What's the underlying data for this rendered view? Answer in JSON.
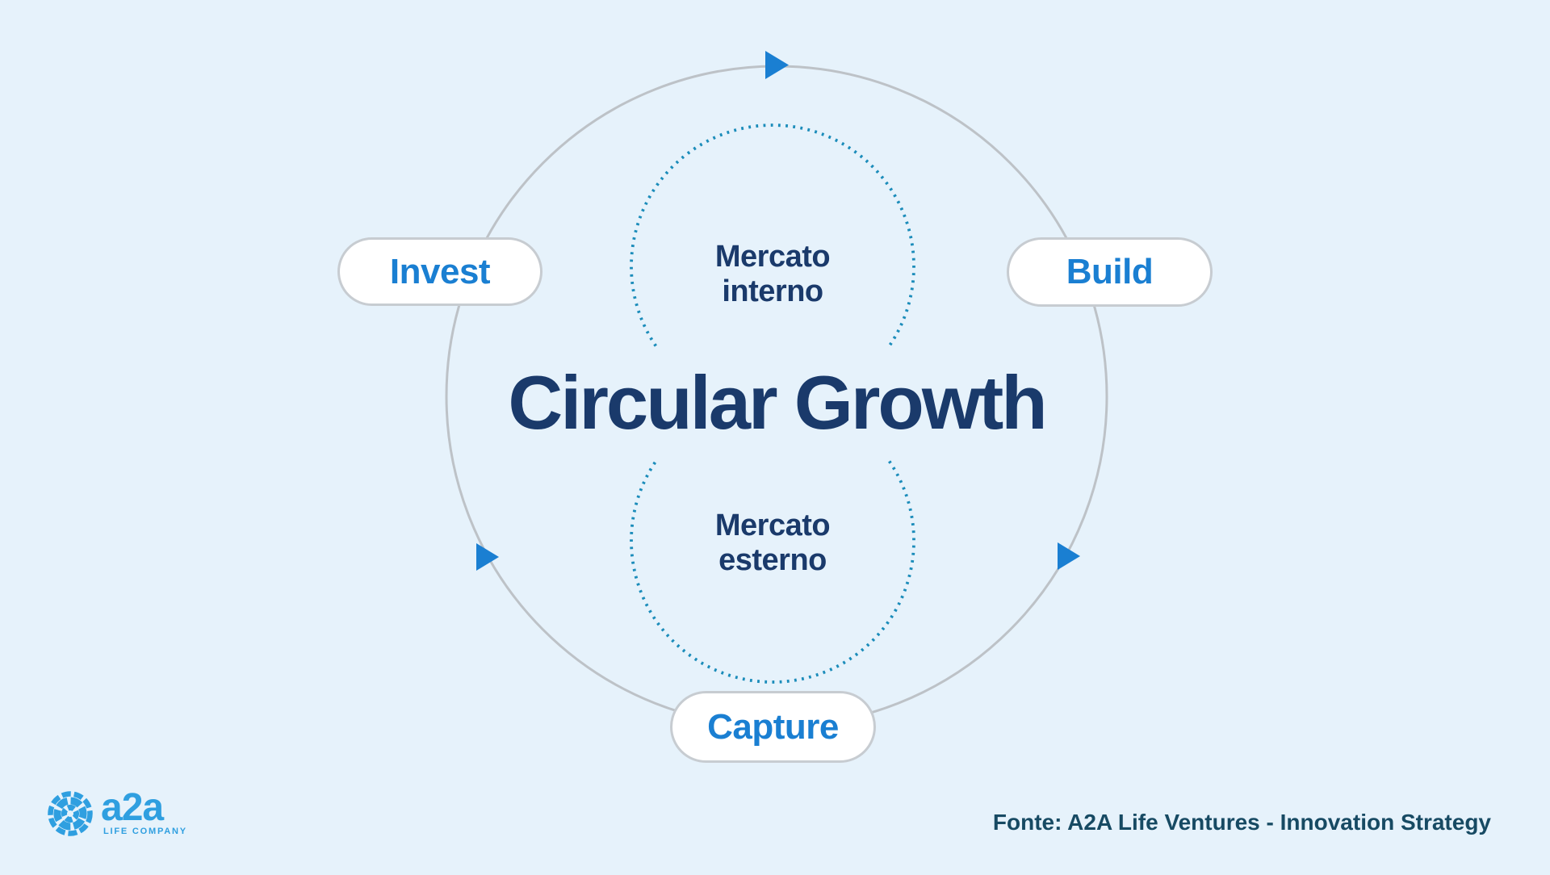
{
  "diagram": {
    "title": "Circular Growth",
    "stages": [
      {
        "id": "invest",
        "label": "Invest"
      },
      {
        "id": "build",
        "label": "Build"
      },
      {
        "id": "capture",
        "label": "Capture"
      }
    ],
    "markets": {
      "internal": {
        "line1": "Mercato",
        "line2": "interno"
      },
      "external": {
        "line1": "Mercato",
        "line2": "esterno"
      }
    },
    "icons": [
      "flow-arrow-top-icon",
      "flow-arrow-bottom-left-icon",
      "flow-arrow-bottom-right-icon"
    ]
  },
  "footer": {
    "logo": {
      "wordmark": "a2a",
      "tagline": "LIFE COMPANY"
    },
    "source": "Fonte: A2A Life Ventures - Innovation Strategy"
  },
  "colors": {
    "background": "#e6f2fb",
    "accent_blue": "#1a7fd2",
    "navy": "#1a3a6b",
    "teal_dotted": "#1b8cba",
    "circle_gray": "#bdc2c7",
    "logo_blue": "#2f9fe0",
    "source_text": "#174a63"
  }
}
